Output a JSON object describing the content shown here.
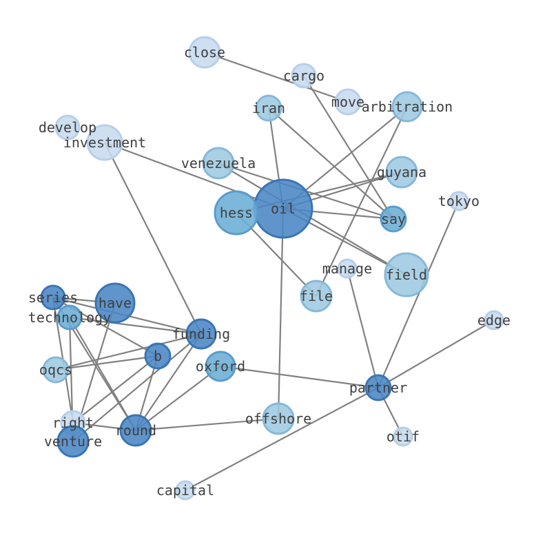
{
  "graph": {
    "nodes": [
      {
        "id": "close",
        "label": "close",
        "weight": 1,
        "color": "#c6dbef"
      },
      {
        "id": "cargo",
        "label": "cargo",
        "weight": 1,
        "color": "#c6dbef"
      },
      {
        "id": "move",
        "label": "move",
        "weight": 1,
        "color": "#c6dbef"
      },
      {
        "id": "arbitration",
        "label": "arbitration",
        "weight": 2,
        "color": "#9ecae1"
      },
      {
        "id": "iran",
        "label": "iran",
        "weight": 2,
        "color": "#9ecae1"
      },
      {
        "id": "develop",
        "label": "develop",
        "weight": 1,
        "color": "#c6dbef"
      },
      {
        "id": "investment",
        "label": "investment",
        "weight": 2,
        "color": "#c6dbef"
      },
      {
        "id": "venezuela",
        "label": "venezuela",
        "weight": 3,
        "color": "#9ecae1"
      },
      {
        "id": "guyana",
        "label": "guyana",
        "weight": 3,
        "color": "#9ecae1"
      },
      {
        "id": "oil",
        "label": "oil",
        "weight": 10,
        "color": "#4a86c5"
      },
      {
        "id": "hess",
        "label": "hess",
        "weight": 5,
        "color": "#6baed6"
      },
      {
        "id": "say",
        "label": "say",
        "weight": 3,
        "color": "#6baed6"
      },
      {
        "id": "tokyo",
        "label": "tokyo",
        "weight": 1,
        "color": "#c6dbef"
      },
      {
        "id": "manage",
        "label": "manage",
        "weight": 1,
        "color": "#c6dbef"
      },
      {
        "id": "field",
        "label": "field",
        "weight": 4,
        "color": "#9ecae1"
      },
      {
        "id": "file",
        "label": "file",
        "weight": 2,
        "color": "#9ecae1"
      },
      {
        "id": "series",
        "label": "series",
        "weight": 4,
        "color": "#4a86c5"
      },
      {
        "id": "technology",
        "label": "technology",
        "weight": 3,
        "color": "#6baed6"
      },
      {
        "id": "have",
        "label": "have",
        "weight": 5,
        "color": "#4a86c5"
      },
      {
        "id": "edge",
        "label": "edge",
        "weight": 1,
        "color": "#c6dbef"
      },
      {
        "id": "funding",
        "label": "funding",
        "weight": 7,
        "color": "#4a86c5"
      },
      {
        "id": "b",
        "label": "b",
        "weight": 5,
        "color": "#4a86c5"
      },
      {
        "id": "oxford",
        "label": "oxford",
        "weight": 4,
        "color": "#6baed6"
      },
      {
        "id": "oqcs",
        "label": "oqcs",
        "weight": 2,
        "color": "#9ecae1"
      },
      {
        "id": "partner",
        "label": "partner",
        "weight": 4,
        "color": "#4a86c5"
      },
      {
        "id": "right",
        "label": "right",
        "weight": 1,
        "color": "#c6dbef"
      },
      {
        "id": "venture",
        "label": "venture",
        "weight": 3,
        "color": "#4a86c5"
      },
      {
        "id": "round",
        "label": "round",
        "weight": 7,
        "color": "#4a86c5"
      },
      {
        "id": "offshore",
        "label": "offshore",
        "weight": 2,
        "color": "#9ecae1"
      },
      {
        "id": "otif",
        "label": "otif",
        "weight": 1,
        "color": "#c6dbef"
      },
      {
        "id": "capital",
        "label": "capital",
        "weight": 1,
        "color": "#c6dbef"
      }
    ],
    "edges": [
      [
        "close",
        "move"
      ],
      [
        "cargo",
        "say"
      ],
      [
        "iran",
        "oil"
      ],
      [
        "iran",
        "say"
      ],
      [
        "investment",
        "oil"
      ],
      [
        "investment",
        "funding"
      ],
      [
        "arbitration",
        "oil"
      ],
      [
        "arbitration",
        "file"
      ],
      [
        "venezuela",
        "say"
      ],
      [
        "venezuela",
        "field"
      ],
      [
        "guyana",
        "hess"
      ],
      [
        "guyana",
        "oil"
      ],
      [
        "oil",
        "say"
      ],
      [
        "oil",
        "field"
      ],
      [
        "oil",
        "offshore"
      ],
      [
        "hess",
        "file"
      ],
      [
        "tokyo",
        "partner"
      ],
      [
        "manage",
        "partner"
      ],
      [
        "series",
        "have"
      ],
      [
        "series",
        "funding"
      ],
      [
        "series",
        "b"
      ],
      [
        "series",
        "right"
      ],
      [
        "series",
        "round"
      ],
      [
        "technology",
        "funding"
      ],
      [
        "technology",
        "venture"
      ],
      [
        "technology",
        "round"
      ],
      [
        "have",
        "venture"
      ],
      [
        "funding",
        "oqcs"
      ],
      [
        "funding",
        "round"
      ],
      [
        "funding",
        "venture"
      ],
      [
        "b",
        "oqcs"
      ],
      [
        "b",
        "round"
      ],
      [
        "b",
        "right"
      ],
      [
        "oxford",
        "round"
      ],
      [
        "oxford",
        "partner"
      ],
      [
        "round",
        "offshore"
      ],
      [
        "round",
        "right"
      ],
      [
        "partner",
        "edge"
      ],
      [
        "partner",
        "capital"
      ],
      [
        "partner",
        "otif"
      ]
    ]
  }
}
